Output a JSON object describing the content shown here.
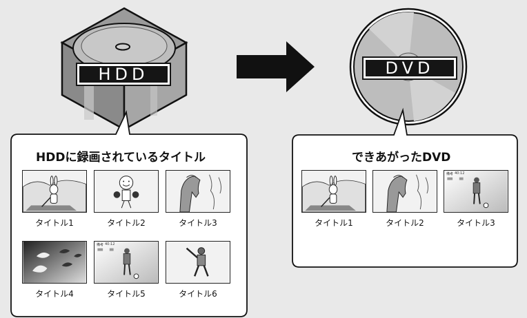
{
  "source_label": "HDD",
  "target_label": "DVD",
  "left_panel": {
    "title": "HDDに録画されているタイトル",
    "titles": [
      "タイトル1",
      "タイトル2",
      "タイトル3",
      "タイトル4",
      "タイトル5",
      "タイトル6"
    ]
  },
  "right_panel": {
    "title": "できあがったDVD",
    "titles": [
      "タイトル1",
      "タイトル2",
      "タイトル3"
    ]
  },
  "thumb_overlay": {
    "time": "40:12",
    "label": "備考"
  }
}
